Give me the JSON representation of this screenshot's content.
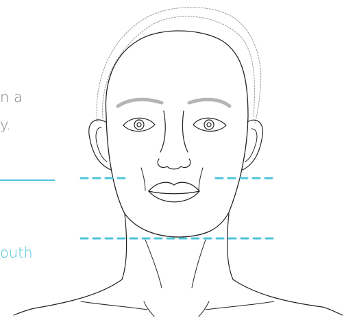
{
  "text": {
    "line_1": "n a",
    "line_2": "y.",
    "line_3": "outh"
  },
  "colors": {
    "accent": "#4fc3d9",
    "body_text": "#7d7d7d",
    "outline": "#222222",
    "hair_outline": "#9a9a9a",
    "eyebrow": "#b4b4b4"
  },
  "icons": {
    "figure": "female-face-outline"
  }
}
